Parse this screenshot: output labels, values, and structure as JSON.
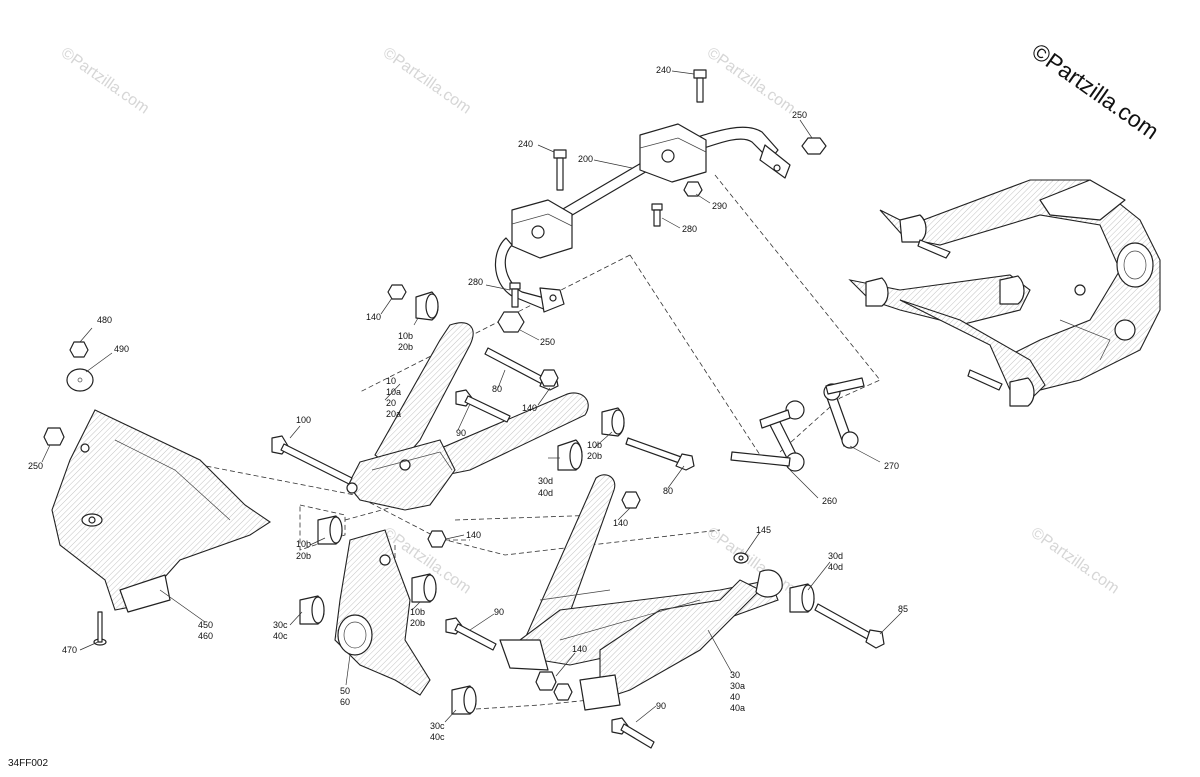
{
  "diagram": {
    "watermark_brand": "©Partzilla.com",
    "watermark_text": "©Partzilla.com",
    "diagram_code": "34FF002",
    "callouts": [
      {
        "id": "c240a",
        "lines": [
          "240"
        ]
      },
      {
        "id": "c250a",
        "lines": [
          "250"
        ]
      },
      {
        "id": "c240b",
        "lines": [
          "240"
        ]
      },
      {
        "id": "c200",
        "lines": [
          "200"
        ]
      },
      {
        "id": "c290",
        "lines": [
          "290"
        ]
      },
      {
        "id": "c280a",
        "lines": [
          "280"
        ]
      },
      {
        "id": "c280b",
        "lines": [
          "280"
        ]
      },
      {
        "id": "c250b",
        "lines": [
          "250"
        ]
      },
      {
        "id": "c140a",
        "lines": [
          "140"
        ]
      },
      {
        "id": "c10b20b_a",
        "lines": [
          "10b",
          "20b"
        ]
      },
      {
        "id": "c480",
        "lines": [
          "480"
        ]
      },
      {
        "id": "c490",
        "lines": [
          "490"
        ]
      },
      {
        "id": "c10group",
        "lines": [
          "10",
          "10a",
          "20",
          "20a"
        ]
      },
      {
        "id": "c80a",
        "lines": [
          "80"
        ]
      },
      {
        "id": "c140b",
        "lines": [
          "140"
        ]
      },
      {
        "id": "c100",
        "lines": [
          "100"
        ]
      },
      {
        "id": "c90a",
        "lines": [
          "90"
        ]
      },
      {
        "id": "c10b20b_b",
        "lines": [
          "10b",
          "20b"
        ]
      },
      {
        "id": "c30d40d_a",
        "lines": [
          "30d",
          "40d"
        ]
      },
      {
        "id": "c80b",
        "lines": [
          "80"
        ]
      },
      {
        "id": "c250c",
        "lines": [
          "250"
        ]
      },
      {
        "id": "c140c",
        "lines": [
          "140"
        ]
      },
      {
        "id": "c260",
        "lines": [
          "260"
        ]
      },
      {
        "id": "c270",
        "lines": [
          "270"
        ]
      },
      {
        "id": "c10b20b_c",
        "lines": [
          "10b",
          "20b"
        ]
      },
      {
        "id": "c140d",
        "lines": [
          "140"
        ]
      },
      {
        "id": "c145",
        "lines": [
          "145"
        ]
      },
      {
        "id": "c30d40d_b",
        "lines": [
          "30d",
          "40d"
        ]
      },
      {
        "id": "c10b20b_d",
        "lines": [
          "10b",
          "20b"
        ]
      },
      {
        "id": "c90b",
        "lines": [
          "90"
        ]
      },
      {
        "id": "c85",
        "lines": [
          "85"
        ]
      },
      {
        "id": "c30c40c_a",
        "lines": [
          "30c",
          "40c"
        ]
      },
      {
        "id": "c450",
        "lines": [
          "450",
          "460"
        ]
      },
      {
        "id": "c470",
        "lines": [
          "470"
        ]
      },
      {
        "id": "c140e",
        "lines": [
          "140"
        ]
      },
      {
        "id": "c50",
        "lines": [
          "50",
          "60"
        ]
      },
      {
        "id": "c30group",
        "lines": [
          "30",
          "30a",
          "40",
          "40a"
        ]
      },
      {
        "id": "c90c",
        "lines": [
          "90"
        ]
      },
      {
        "id": "c30c40c_b",
        "lines": [
          "30c",
          "40c"
        ]
      }
    ]
  }
}
